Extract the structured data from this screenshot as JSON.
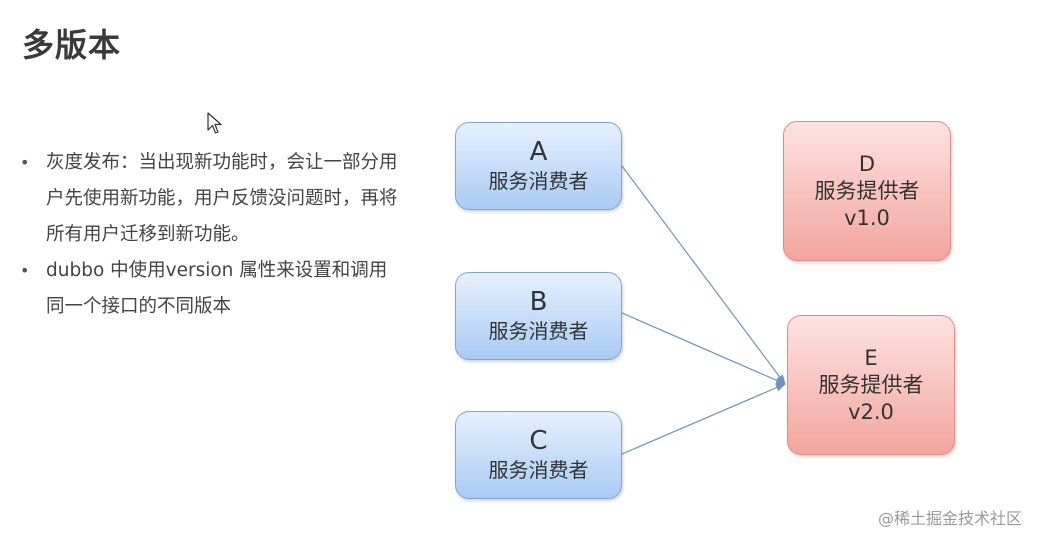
{
  "slide": {
    "title": "多版本",
    "bullets": [
      "灰度发布：当出现新功能时，会让一部分用户先使用新功能，用户反馈没问题时，再将所有用户迁移到新功能。",
      "dubbo 中使用version 属性来设置和调用同一个接口的不同版本"
    ]
  },
  "diagram": {
    "consumers": [
      {
        "id": "A",
        "role": "服务消费者"
      },
      {
        "id": "B",
        "role": "服务消费者"
      },
      {
        "id": "C",
        "role": "服务消费者"
      }
    ],
    "providers": [
      {
        "id": "D",
        "role": "服务提供者",
        "version": "v1.0"
      },
      {
        "id": "E",
        "role": "服务提供者",
        "version": "v2.0"
      }
    ],
    "edges": [
      {
        "from": "A",
        "to": "E"
      },
      {
        "from": "B",
        "to": "E"
      },
      {
        "from": "C",
        "to": "E"
      }
    ],
    "colors": {
      "consumer_fill": "#bcd6f6",
      "provider_fill": "#f6b5b0",
      "arrow": "#6f93bf"
    }
  },
  "watermark": "@稀土掘金技术社区",
  "icons": {
    "cursor": "mouse-pointer-icon"
  }
}
